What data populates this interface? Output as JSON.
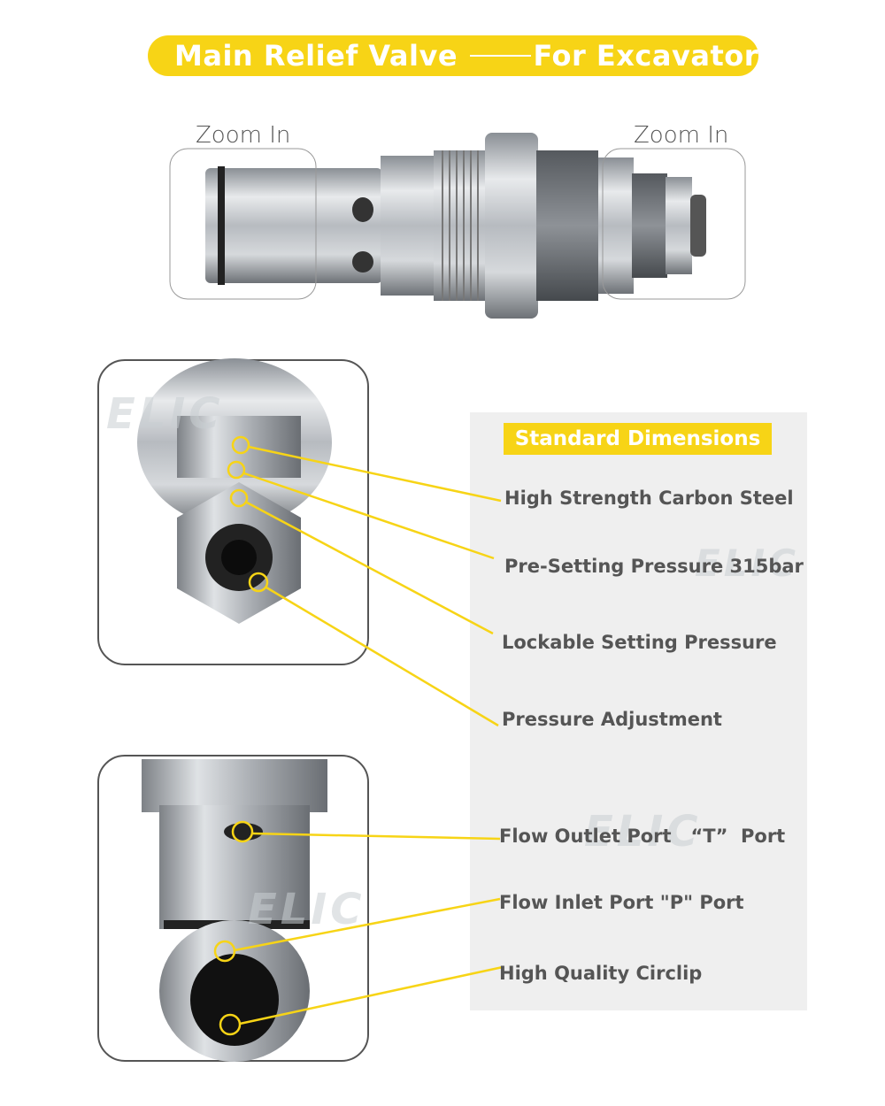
{
  "header": {
    "title_left": "Main Relief Valve",
    "title_right": "For Excavator"
  },
  "top_image": {
    "zoom_label_left": "Zoom In",
    "zoom_label_right": "Zoom In"
  },
  "panel": {
    "badge": "Standard Dimensions",
    "features_top": [
      "High Strength Carbon Steel",
      "Pre-Setting Pressure 315bar",
      "Lockable Setting Pressure",
      "Pressure Adjustment"
    ],
    "features_bottom": [
      "Flow Outlet Port   “T”  Port",
      "Flow Inlet Port \"P\" Port",
      "High Quality Circlip"
    ]
  },
  "watermark": "ELIC",
  "colors": {
    "accent_yellow": "#f7d416",
    "text_gray": "#555555",
    "panel_gray": "#efefef"
  }
}
